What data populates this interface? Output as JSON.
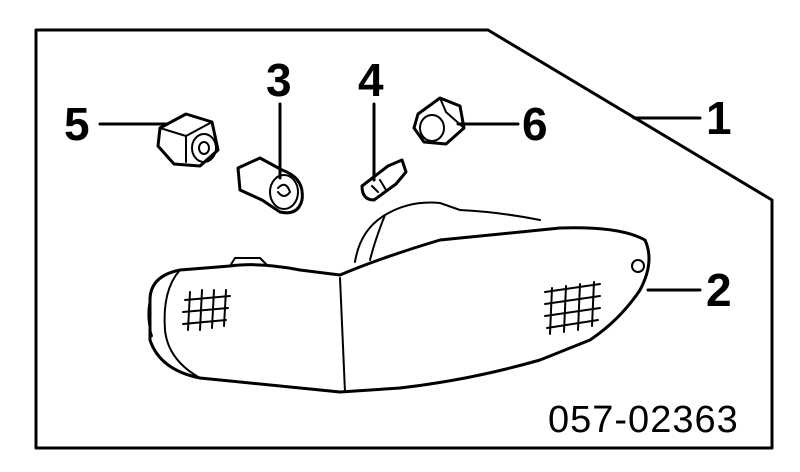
{
  "diagram": {
    "part_code": "057-02363",
    "callouts": [
      {
        "id": "1",
        "label": "1"
      },
      {
        "id": "2",
        "label": "2"
      },
      {
        "id": "3",
        "label": "3"
      },
      {
        "id": "4",
        "label": "4"
      },
      {
        "id": "5",
        "label": "5"
      },
      {
        "id": "6",
        "label": "6"
      }
    ]
  }
}
